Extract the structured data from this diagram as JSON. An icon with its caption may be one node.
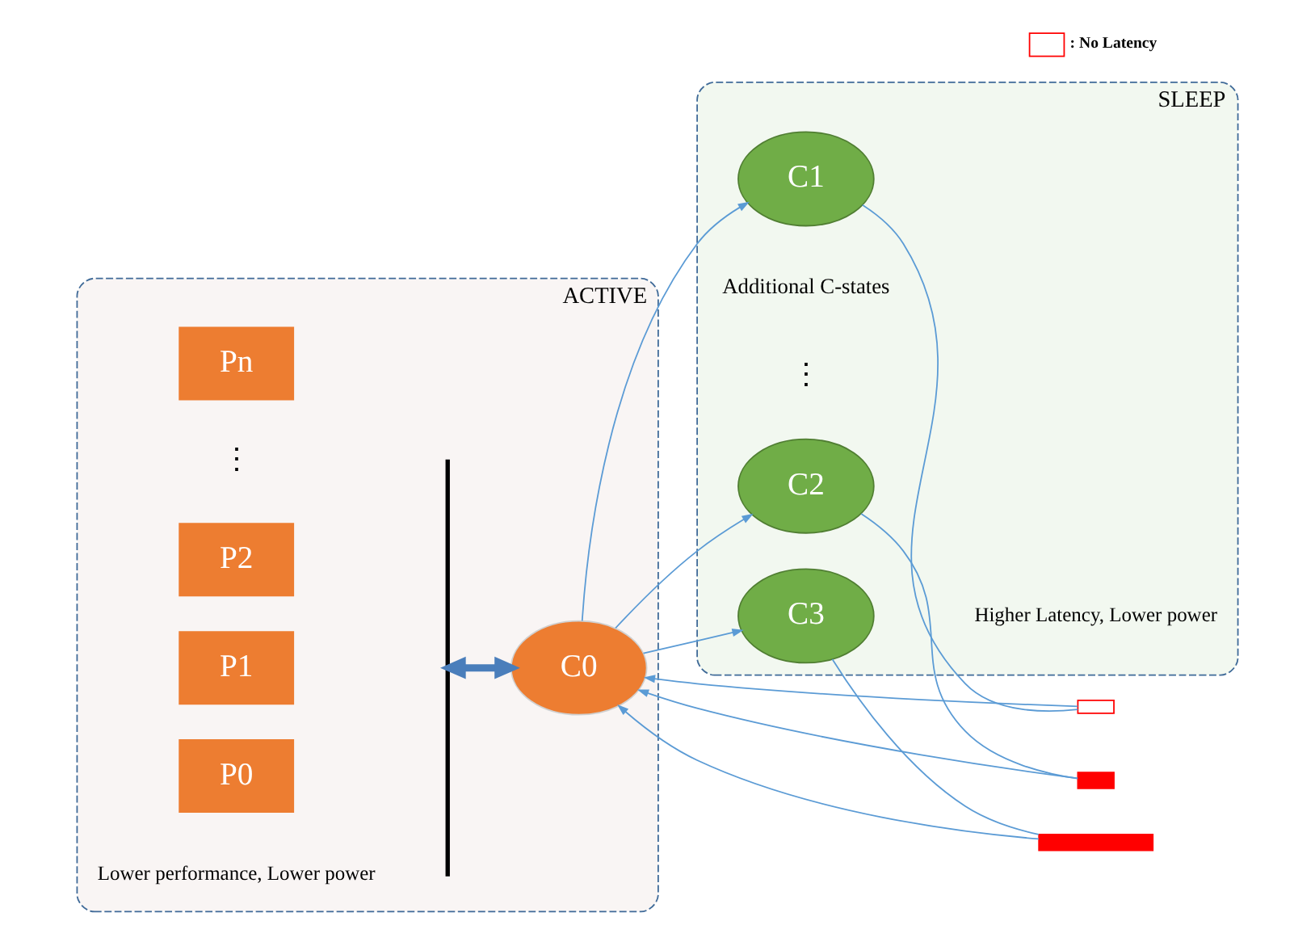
{
  "diagram": {
    "nodes": [
      {
        "text": [
          "ACTIVE"
        ]
      },
      {
        "text": [
          "P0"
        ],
        "in": 0
      },
      {
        "text": [
          "P1"
        ],
        "in": 0
      },
      {
        "text": [
          "P2"
        ],
        "in": 0
      },
      {
        "text": [
          "Pn"
        ],
        "in": 0
      },
      {
        "text": [],
        "shape": "bracket",
        "in": 0
      },
      {
        "text": [
          "C0"
        ],
        "in": 0
      },
      {
        "text": [
          "SLEEP"
        ]
      },
      {
        "text": [
          "C1"
        ],
        "in": 7
      },
      {
        "text": [
          "C2"
        ],
        "in": 7
      },
      {
        "text": [
          "C3"
        ],
        "in": 7
      },
      {
        "text": [],
        "shape": "bar"
      },
      {
        "text": [],
        "shape": "bar"
      },
      {
        "text": [],
        "shape": "bar"
      }
    ],
    "edges": [
      {
        "from": 5,
        "to": 6,
        "arrow": "both",
        "style": "thick",
        "color": "#4a7ebb"
      },
      {
        "from": 6,
        "to": 8,
        "arrow": "to"
      },
      {
        "from": 8,
        "to": 11,
        "arrow": "none"
      },
      {
        "from": 11,
        "to": 6,
        "arrow": "to"
      },
      {
        "from": 6,
        "to": 9,
        "arrow": "to"
      },
      {
        "from": 9,
        "to": 12,
        "arrow": "none"
      },
      {
        "from": 12,
        "to": 6,
        "arrow": "to"
      },
      {
        "from": 6,
        "to": 10,
        "arrow": "to"
      },
      {
        "from": 10,
        "to": 13,
        "arrow": "none"
      },
      {
        "from": 13,
        "to": 6,
        "arrow": "to"
      }
    ],
    "labels": [
      "Lower performance, Lower power",
      "⋮",
      "Higher Latency, Lower power",
      "⋮",
      "Additional C-states"
    ],
    "legend": [
      {
        "text": ": No Latency"
      }
    ]
  }
}
